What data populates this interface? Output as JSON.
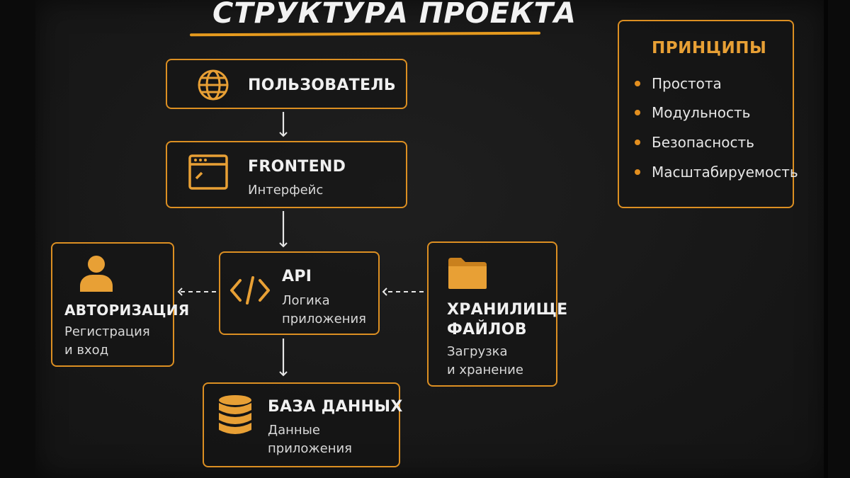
{
  "title": "СТРУКТУРА ПРОЕКТА",
  "colors": {
    "accent": "#dc8f22",
    "icon": "#e8a035",
    "background": "#181818",
    "text": "#f0f0f0"
  },
  "nodes": {
    "user": {
      "title": "ПОЛЬЗОВАТЕЛЬ",
      "icon": "globe-icon"
    },
    "frontend": {
      "title": "FRONTEND",
      "subtitle": "Интерфейс",
      "icon": "browser-window-icon"
    },
    "api": {
      "title": "API",
      "subtitle_line1": "Логика",
      "subtitle_line2": "приложения",
      "icon": "code-icon"
    },
    "auth": {
      "title": "АВТОРИЗАЦИЯ",
      "subtitle_line1": "Регистрация",
      "subtitle_line2": "и вход",
      "icon": "user-icon"
    },
    "storage": {
      "title_line1": "ХРАНИЛИЩЕ",
      "title_line2": "ФАЙЛОВ",
      "subtitle_line1": "Загрузка",
      "subtitle_line2": "и хранение",
      "icon": "folder-icon"
    },
    "database": {
      "title": "БАЗА ДАННЫХ",
      "subtitle_line1": "Данные",
      "subtitle_line2": "приложения",
      "icon": "database-icon"
    }
  },
  "principles": {
    "title": "ПРИНЦИПЫ",
    "items": [
      "Простота",
      "Модульность",
      "Безопасность",
      "Масштабируемость"
    ]
  }
}
